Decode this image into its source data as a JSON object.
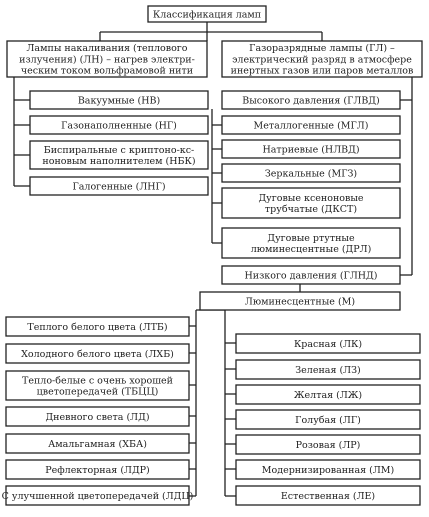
{
  "nodes": {
    "root": {
      "text": "Классификация ламп"
    },
    "incandescent": {
      "lines": [
        "Лампы накаливания (теплового",
        "излучения) (ЛН) – нагрев электри-",
        "ческим током вольфрамовой нити"
      ]
    },
    "discharge": {
      "lines": [
        "Газоразрядные лампы (ГЛ) –",
        "электрический разряд в атмосфере",
        "инертных газов или паров металлов"
      ]
    },
    "vacuum": {
      "text": "Вакуумные (НВ)"
    },
    "gasfilled": {
      "text": "Газонаполненные (НГ)"
    },
    "bispiral": {
      "lines": [
        "Биспиральные с криптоно-кс-",
        "ноновым наполнителем (НБК)"
      ]
    },
    "halogen": {
      "text": "Галогенные (ЛНГ)"
    },
    "high_pressure": {
      "text": "Высокого давления (ГЛВД)"
    },
    "metal_halide": {
      "text": "Металлогенные (МГЛ)"
    },
    "sodium": {
      "text": "Натриевые (НЛВД)"
    },
    "mirror": {
      "text": "Зеркальные (МГЗ)"
    },
    "arc_tube": {
      "lines": [
        "Дуговые ксеноновые",
        "трубчатые (ДКСТ)"
      ]
    },
    "arc_mercury": {
      "lines": [
        "Дуговые ртутные",
        "люминесцентные (ДРЛ)"
      ]
    },
    "low_pressure": {
      "text": "Низкого давления (ГЛНД)"
    },
    "fluorescent": {
      "text": "Люминесцентные (М)"
    },
    "warm_white": {
      "text": "Теплого белого цвета (ЛТБ)"
    },
    "cool_white": {
      "text": "Холодного белого цвета (ЛХБ)"
    },
    "warm_white_cr": {
      "lines": [
        "Тепло-белые с очень хорошей",
        "цветопередачей (ТБЦЦ)"
      ]
    },
    "daylight": {
      "text": "Дневного света (ЛД)"
    },
    "amalgam": {
      "text": "Амальгамная (ХБА)"
    },
    "reflector": {
      "text": "Рефлекторная (ЛДР)"
    },
    "improved_cr": {
      "text": "С улучшенной цветопередачей (ЛДЦ)"
    },
    "red": {
      "text": "Красная (ЛК)"
    },
    "green": {
      "text": "Зеленая (ЛЗ)"
    },
    "yellow": {
      "text": "Желтая (ЛЖ)"
    },
    "blue": {
      "text": "Голубая (ЛГ)"
    },
    "pink": {
      "text": "Розовая (ЛР)"
    },
    "modernized": {
      "text": "Модернизированная (ЛМ)"
    },
    "natural": {
      "text": "Естественная (ЛЕ)"
    }
  }
}
